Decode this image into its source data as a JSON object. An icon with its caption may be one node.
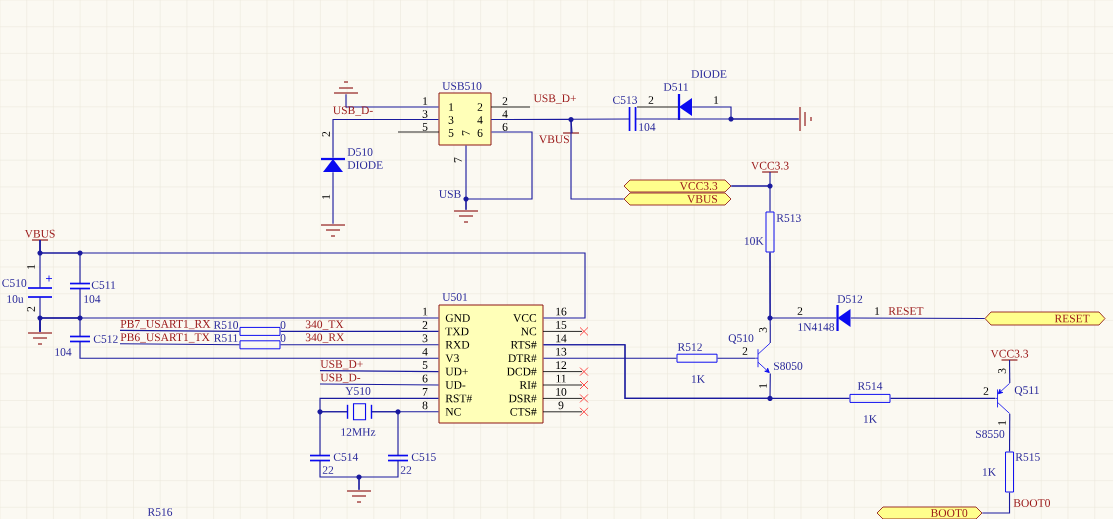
{
  "diagram": {
    "nodes": [
      {
        "text": [
          "USB510",
          "1",
          "2",
          "3",
          "4",
          "5",
          "7",
          "6"
        ]
      },
      {
        "text": [
          "U501",
          "GND",
          "TXD",
          "RXD",
          "V3",
          "UD+",
          "UD-",
          "RST#",
          "NC",
          "VCC",
          "NC",
          "RTS#",
          "DTR#",
          "DCD#",
          "RI#",
          "DSR#",
          "CTS#"
        ]
      },
      {
        "text": [
          "VCC3.3"
        ]
      },
      {
        "text": [
          "VBUS"
        ]
      },
      {
        "text": [
          "RESET"
        ]
      },
      {
        "text": [
          "BOOT0"
        ]
      },
      {
        "text": [
          "VBUS"
        ]
      },
      {
        "text": [
          "VCC3.3"
        ]
      },
      {
        "text": [
          "VBUS"
        ]
      },
      {
        "text": [
          "VCC3.3"
        ]
      },
      {
        "text": [],
        "shape": "ground"
      },
      {
        "text": [],
        "shape": "ground"
      },
      {
        "text": [],
        "shape": "ground"
      },
      {
        "text": [],
        "shape": "ground"
      },
      {
        "text": [],
        "shape": "ground"
      },
      {
        "text": [],
        "shape": "ground"
      },
      {
        "text": [],
        "shape": "diode",
        "beside": [
          "D510",
          "DIODE"
        ]
      },
      {
        "text": [],
        "shape": "diode",
        "beside": [
          "D511",
          "DIODE"
        ]
      },
      {
        "text": [],
        "shape": "capacitor",
        "beside": [
          "C513",
          "104"
        ]
      },
      {
        "text": [],
        "shape": "resistor",
        "beside": [
          "R513",
          "10K"
        ]
      },
      {
        "text": [],
        "shape": "diode",
        "beside": [
          "D512",
          "1N4148"
        ]
      },
      {
        "text": [],
        "shape": "transistor",
        "beside": [
          "Q510",
          "S8050"
        ]
      },
      {
        "text": [],
        "shape": "resistor",
        "beside": [
          "R512",
          "1K"
        ]
      },
      {
        "text": [],
        "shape": "resistor",
        "beside": [
          "R514",
          "1K"
        ]
      },
      {
        "text": [],
        "shape": "transistor",
        "beside": [
          "Q511",
          "S8550"
        ]
      },
      {
        "text": [],
        "shape": "resistor",
        "beside": [
          "R515",
          "1K"
        ]
      },
      {
        "text": [],
        "shape": "capacitor",
        "beside": [
          "C510",
          "10u"
        ]
      },
      {
        "text": [],
        "shape": "capacitor",
        "beside": [
          "C511",
          "104"
        ]
      },
      {
        "text": [],
        "shape": "capacitor",
        "beside": [
          "C512",
          "104"
        ]
      },
      {
        "text": [],
        "shape": "resistor",
        "beside": [
          "R510",
          "0"
        ]
      },
      {
        "text": [],
        "shape": "resistor",
        "beside": [
          "R511",
          "0"
        ]
      },
      {
        "text": [],
        "shape": "crystal",
        "beside": [
          "Y510",
          "12MHz"
        ]
      },
      {
        "text": [],
        "shape": "capacitor",
        "beside": [
          "C514",
          "22"
        ]
      },
      {
        "text": [],
        "shape": "capacitor",
        "beside": [
          "C515",
          "22"
        ]
      },
      {
        "text": [
          "PB7_USART1_RX"
        ]
      },
      {
        "text": [
          "PB6_USART1_TX"
        ]
      },
      {
        "text": [
          "USB_D+"
        ]
      },
      {
        "text": [
          "USB_D-"
        ]
      }
    ],
    "edges": [
      {
        "from": 10,
        "to": 0,
        "arrow": "none"
      },
      {
        "from": 0,
        "to": 16,
        "arrow": "none"
      },
      {
        "from": 16,
        "to": 11,
        "arrow": "none"
      },
      {
        "from": 0,
        "to": 6,
        "arrow": "none"
      },
      {
        "from": 0,
        "to": 18,
        "arrow": "none"
      },
      {
        "from": 18,
        "to": 13,
        "arrow": "none"
      },
      {
        "from": 17,
        "to": 13,
        "arrow": "none"
      },
      {
        "from": 0,
        "to": 3,
        "arrow": "none"
      },
      {
        "from": 0,
        "to": 12,
        "arrow": "none"
      },
      {
        "from": 0,
        "to": 12,
        "arrow": "none"
      },
      {
        "from": 2,
        "to": 7,
        "arrow": "none"
      },
      {
        "from": 2,
        "to": 19,
        "arrow": "none"
      },
      {
        "from": 19,
        "to": 20,
        "arrow": "none"
      },
      {
        "from": 19,
        "to": 21,
        "arrow": "none"
      },
      {
        "from": 20,
        "to": 4,
        "arrow": "none"
      },
      {
        "from": 1,
        "to": 22,
        "arrow": "none"
      },
      {
        "from": 22,
        "to": 21,
        "arrow": "none"
      },
      {
        "from": 1,
        "to": 21,
        "arrow": "none"
      },
      {
        "from": 1,
        "to": 23,
        "arrow": "none"
      },
      {
        "from": 23,
        "to": 24,
        "arrow": "none"
      },
      {
        "from": 24,
        "to": 9,
        "arrow": "none"
      },
      {
        "from": 24,
        "to": 25,
        "arrow": "none"
      },
      {
        "from": 25,
        "to": 5,
        "arrow": "none"
      },
      {
        "from": 8,
        "to": 26,
        "arrow": "none"
      },
      {
        "from": 8,
        "to": 27,
        "arrow": "none"
      },
      {
        "from": 8,
        "to": 1,
        "arrow": "none"
      },
      {
        "from": 26,
        "to": 14,
        "arrow": "none"
      },
      {
        "from": 27,
        "to": 14,
        "arrow": "none"
      },
      {
        "from": 1,
        "to": 14,
        "arrow": "none"
      },
      {
        "from": 28,
        "to": 14,
        "arrow": "none"
      },
      {
        "from": 28,
        "to": 1,
        "arrow": "none"
      },
      {
        "from": 29,
        "to": 1,
        "arrow": "none"
      },
      {
        "from": 30,
        "to": 1,
        "arrow": "none"
      },
      {
        "from": 1,
        "to": 31,
        "arrow": "none"
      },
      {
        "from": 1,
        "to": 31,
        "arrow": "none"
      },
      {
        "from": 31,
        "to": 32,
        "arrow": "none"
      },
      {
        "from": 31,
        "to": 33,
        "arrow": "none"
      },
      {
        "from": 32,
        "to": 15,
        "arrow": "none"
      },
      {
        "from": 33,
        "to": 15,
        "arrow": "none"
      },
      {
        "from": 36,
        "to": 1,
        "arrow": "none"
      },
      {
        "from": 37,
        "to": 1,
        "arrow": "none"
      },
      {
        "from": 34,
        "to": 29,
        "arrow": "none"
      },
      {
        "from": 35,
        "to": 30,
        "arrow": "none"
      }
    ],
    "labels": [
      "1",
      "3",
      "5",
      "2",
      "4",
      "6",
      "7",
      "USB_D-",
      "USB_D+",
      "2",
      "1",
      "USB",
      "2",
      "1",
      "1",
      "2",
      "340_TX",
      "340_RX",
      "1",
      "2",
      "3",
      "4",
      "5",
      "6",
      "7",
      "8",
      "16",
      "15",
      "14",
      "13",
      "12",
      "11",
      "10",
      "9",
      "2",
      "1",
      "RESET",
      "3",
      "2",
      "1",
      "3",
      "2",
      "1",
      "BOOT0",
      "R516"
    ]
  }
}
